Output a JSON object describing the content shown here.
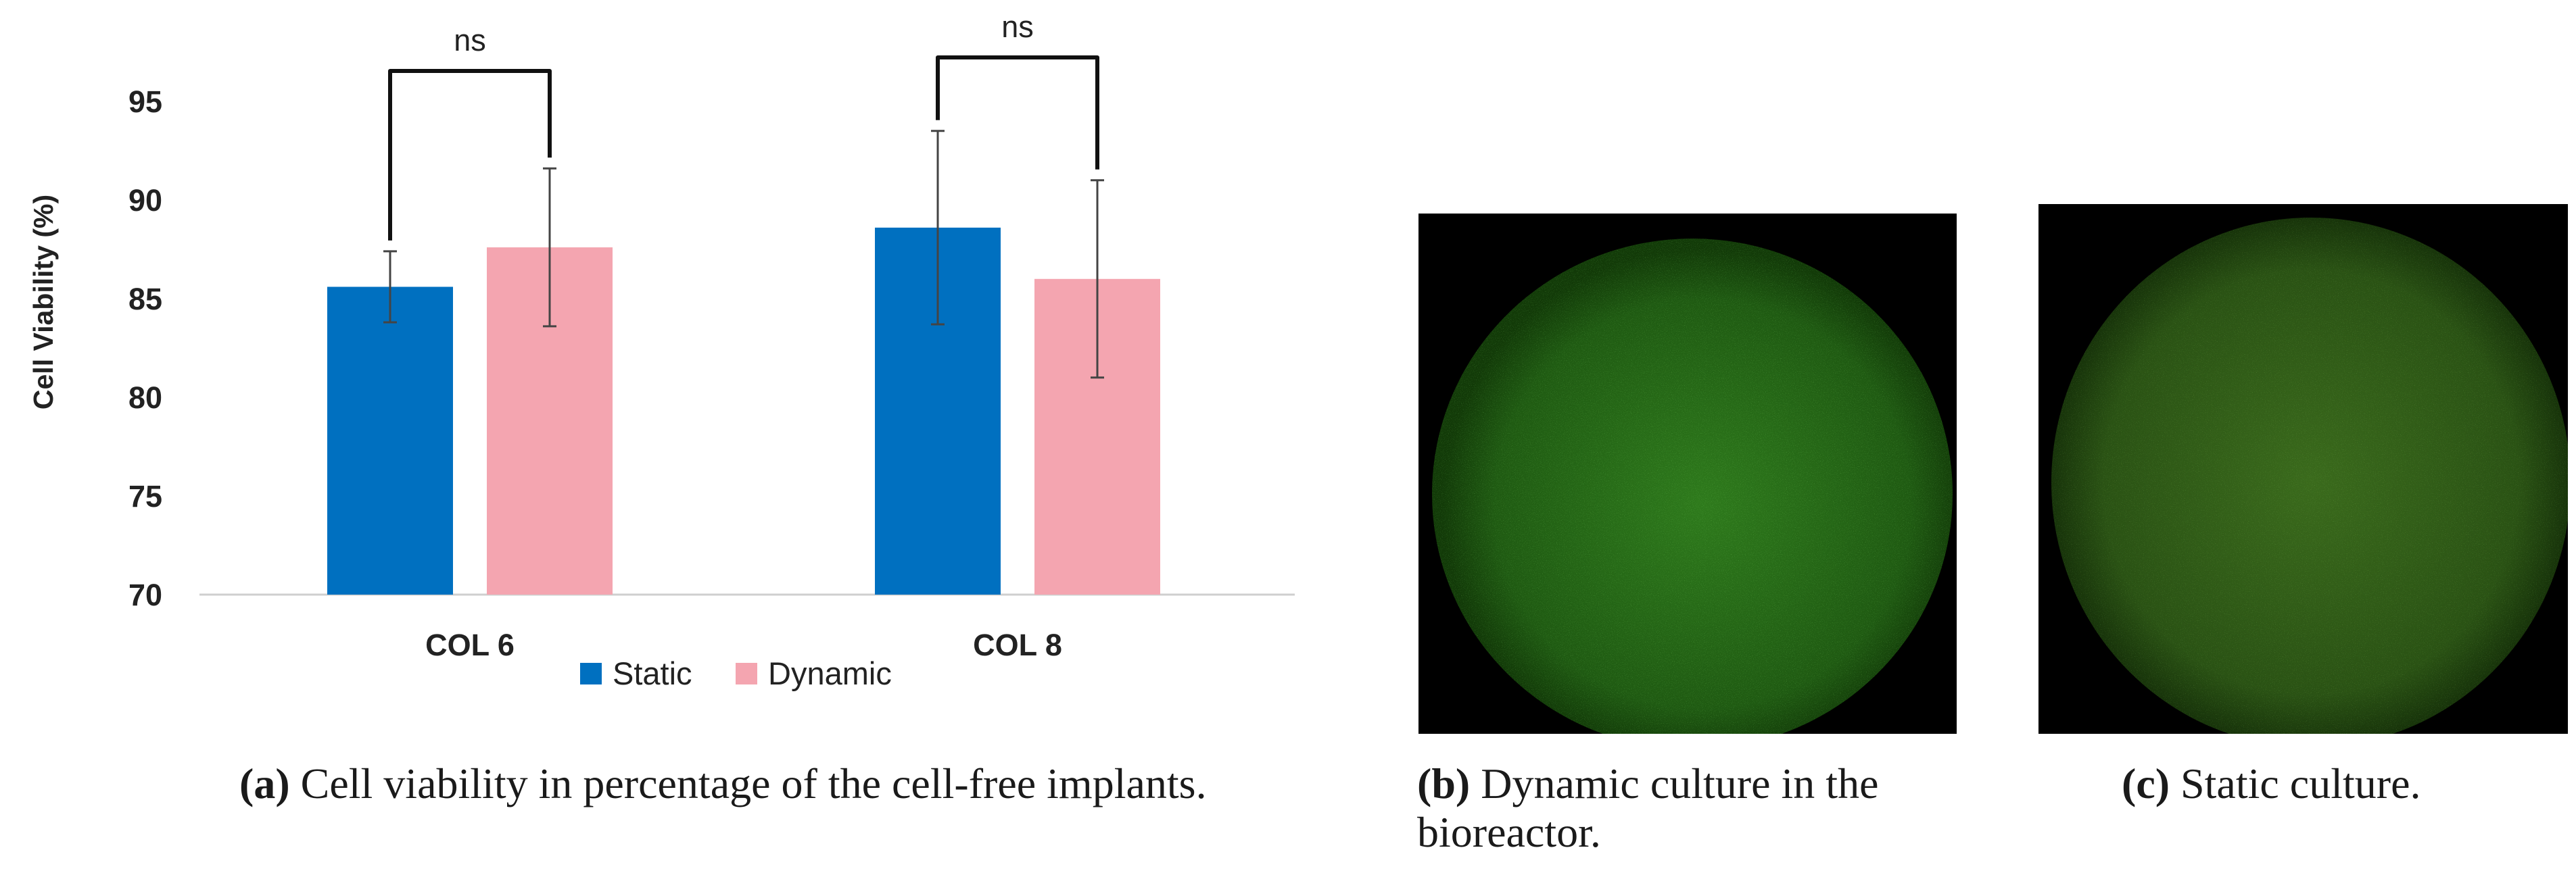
{
  "chart_data": {
    "type": "bar",
    "categories": [
      "COL 6",
      "COL 8"
    ],
    "series": [
      {
        "name": "Static",
        "color": "#0070c0",
        "values": [
          85.6,
          88.6
        ],
        "errors": [
          1.8,
          4.9
        ]
      },
      {
        "name": "Dynamic",
        "color": "#f4a5b0",
        "values": [
          87.6,
          86.0
        ],
        "errors": [
          4.0,
          5.0
        ]
      }
    ],
    "ylabel": "Cell Viability (%)",
    "xlabel": "",
    "ylim": [
      70,
      97
    ],
    "yticks": [
      70,
      75,
      80,
      85,
      90,
      95
    ],
    "grid": false,
    "legend": "bottom",
    "significance": [
      {
        "category": "COL 6",
        "label": "ns"
      },
      {
        "category": "COL 8",
        "label": "ns"
      }
    ]
  },
  "captions": {
    "a": {
      "tag": "(a)",
      "text": " Cell viability in percentage of the cell-free implants."
    },
    "b": {
      "tag": "(b)",
      "text": " Dynamic culture in the bioreactor."
    },
    "c": {
      "tag": "(c)",
      "text": " Static culture."
    }
  },
  "images": {
    "b": {
      "icon": "fluorescence-micrograph-dynamic",
      "colors": [
        "#2e7a1c",
        "#1c5410",
        "#000000"
      ]
    },
    "c": {
      "icon": "fluorescence-micrograph-static",
      "colors": [
        "#3a6a1c",
        "#234a10",
        "#000000"
      ]
    }
  }
}
